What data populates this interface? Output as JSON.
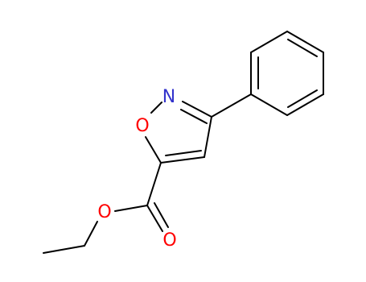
{
  "molecule": {
    "atoms": {
      "n1": {
        "symbol": "N",
        "color": "#3333cc"
      },
      "o1": {
        "symbol": "O",
        "color": "#ff0000"
      },
      "o2": {
        "symbol": "O",
        "color": "#ff0000"
      },
      "o3": {
        "symbol": "O",
        "color": "#ff0000"
      }
    },
    "bond_color": "#000000",
    "background": "#ffffff"
  }
}
